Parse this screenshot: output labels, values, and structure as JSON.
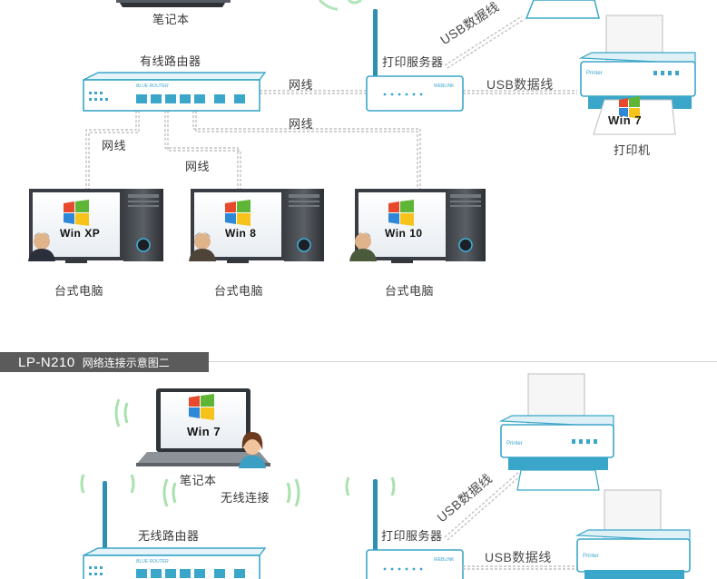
{
  "top": {
    "laptop_label": "笔记本",
    "wired_router_label": "有线路由器",
    "print_server_label": "打印服务器",
    "usb_cable_upper": "USB数据线",
    "usb_cable_lower": "USB数据线",
    "printer_label": "打印机",
    "printer_os": "Win 7",
    "cable_to_server": "网线",
    "cable_to_pc3": "网线",
    "cable_to_pc1": "网线",
    "cable_to_pc2": "网线",
    "desktops": [
      {
        "os": "Win XP",
        "label": "台式电脑"
      },
      {
        "os": "Win 8",
        "label": "台式电脑"
      },
      {
        "os": "Win 10",
        "label": "台式电脑"
      }
    ]
  },
  "section": {
    "code": "LP-N210",
    "title": "网络连接示意图二"
  },
  "bottom": {
    "laptop_os": "Win 7",
    "laptop_label": "笔记本",
    "wireless_link_label": "无线连接",
    "wireless_router_label": "无线路由器",
    "print_server_label": "打印服务器",
    "usb_cable_upper": "USB数据线",
    "usb_cable_lower": "USB数据线"
  },
  "colors": {
    "accent": "#3aa6c9",
    "cable": "#b9b9b9",
    "section_bar": "#5b5b5b"
  }
}
